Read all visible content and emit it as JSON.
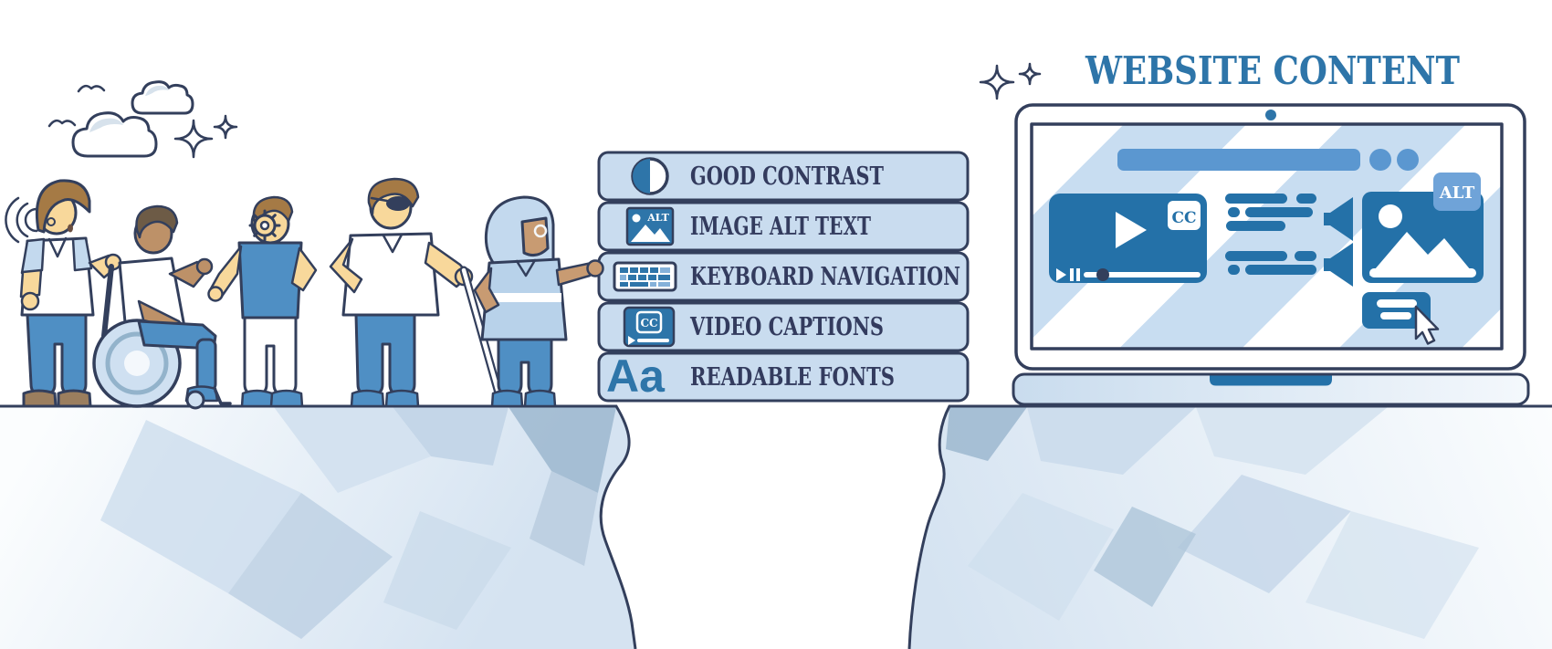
{
  "title": "WEBSITE CONTENT",
  "bridge": {
    "items": [
      {
        "label": "GOOD CONTRAST",
        "icon": "contrast-icon"
      },
      {
        "label": "IMAGE ALT TEXT",
        "icon": "image-alt-icon",
        "badge": "ALT"
      },
      {
        "label": "KEYBOARD NAVIGATION",
        "icon": "keyboard-icon"
      },
      {
        "label": "VIDEO CAPTIONS",
        "icon": "video-captions-icon",
        "badge": "CC"
      },
      {
        "label": "READABLE FONTS",
        "icon": "readable-fonts-icon",
        "glyph": "Aa"
      }
    ]
  },
  "laptop": {
    "screen_elements": {
      "video_player_badge": "CC",
      "image_alt_badge": "ALT"
    }
  },
  "scene": {
    "people": [
      "person-with-hearing-aid",
      "person-in-wheelchair",
      "person-with-cognitive-gear",
      "person-with-sunglasses-and-white-cane",
      "elderly-person-with-glasses"
    ],
    "decorations": [
      "cloud",
      "bird",
      "sparkle"
    ]
  },
  "colors": {
    "outline_navy": "#333f5c",
    "title_blue": "#2e75a9",
    "medium_blue": "#5b97d0",
    "content_blue": "#2471a8",
    "bar_light_blue": "#c9dcef",
    "screen_light_blue": "#c8ddf1",
    "clothing_blue": "#4f8fc4",
    "cliff_blue": "#d9e6f3"
  }
}
